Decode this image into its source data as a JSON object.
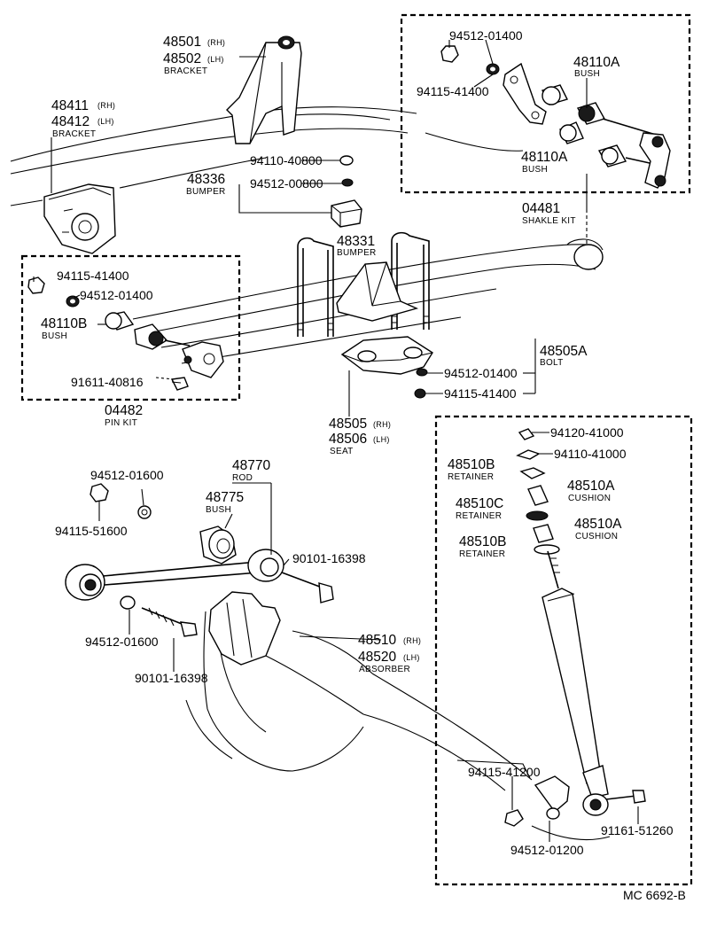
{
  "labels": {
    "p48501": "48501",
    "p48501_tag": "(RH)",
    "p48502": "48502",
    "p48502_tag": "(LH)",
    "bracket_top": "BRACKET",
    "p48411": "48411",
    "p48411_tag": "(RH)",
    "p48412": "48412",
    "p48412_tag": "(LH)",
    "bracket_left": "BRACKET",
    "p94110_40800": "94110-40800",
    "p48336": "48336",
    "bumper_small": "BUMPER",
    "p94512_00800": "94512-00800",
    "p48331": "48331",
    "bumper_mid": "BUMPER",
    "sk_94512_01400": "94512-01400",
    "sk_94115_41400": "94115-41400",
    "sk_48110A_1": "48110A",
    "bush_1": "BUSH",
    "sk_48110A_2": "48110A",
    "bush_2": "BUSH",
    "p04481": "04481",
    "shakle_kit": "SHAKLE KIT",
    "pk_94115_41400": "94115-41400",
    "pk_94512_01400": "94512-01400",
    "pk_48110B": "48110B",
    "bush_3": "BUSH",
    "pk_91611_40816": "91611-40816",
    "p04482": "04482",
    "pin_kit": "PIN KIT",
    "p48505A": "48505A",
    "bolt": "BOLT",
    "u_94512_01400": "94512-01400",
    "u_94115_41400": "94115-41400",
    "p48505": "48505",
    "p48505_tag": "(RH)",
    "p48506": "48506",
    "p48506_tag": "(LH)",
    "seat": "SEAT",
    "s_94120_41000": "94120-41000",
    "s_94110_41000": "94110-41000",
    "s_48510B_1": "48510B",
    "retainer_1": "RETAINER",
    "s_48510A_1": "48510A",
    "cushion_1": "CUSHION",
    "s_48510C": "48510C",
    "retainer_2": "RETAINER",
    "s_48510A_2": "48510A",
    "cushion_2": "CUSHION",
    "s_48510B_2": "48510B",
    "retainer_3": "RETAINER",
    "r_94512_01600": "94512-01600",
    "r_94115_51600": "94115-51600",
    "p48770": "48770",
    "rod": "ROD",
    "p48775": "48775",
    "bush_4": "BUSH",
    "r_90101_16398": "90101-16398",
    "l_94512_01600": "94512-01600",
    "l_90101_16398": "90101-16398",
    "p48510": "48510",
    "p48510_tag": "(RH)",
    "p48520": "48520",
    "p48520_tag": "(LH)",
    "absorber": "ABSORBER",
    "b_94115_41200": "94115-41200",
    "b_91161_51260": "91161-51260",
    "b_94512_01200": "94512-01200",
    "code": "MC 6692-B"
  }
}
